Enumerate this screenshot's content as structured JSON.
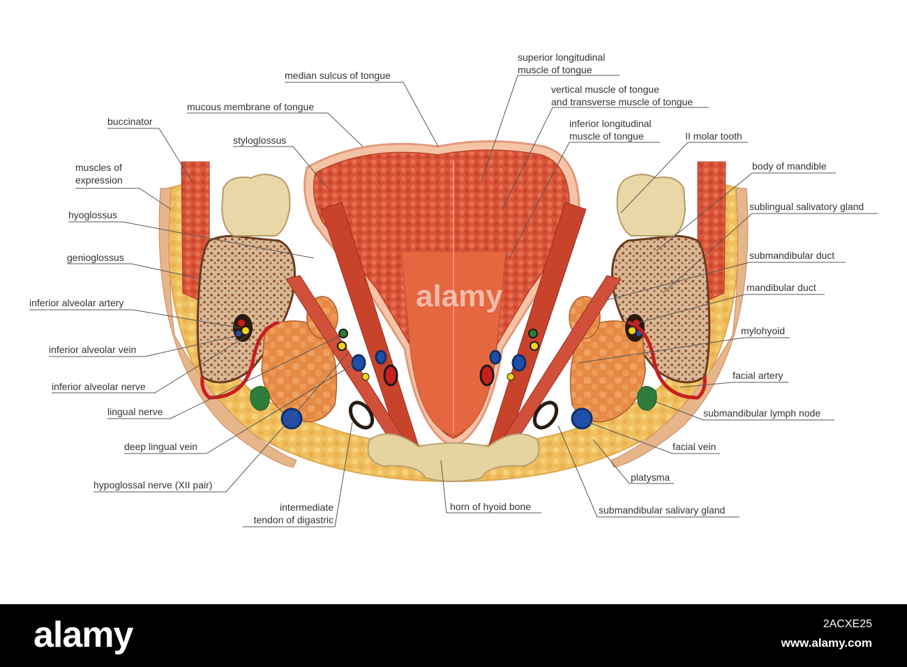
{
  "labels": {
    "median_sulcus": "median sulcus of tongue",
    "superior_longitudinal_1": "superior longitudinal",
    "superior_longitudinal_2": "muscle of tongue",
    "vertical_transverse_1": "vertical muscle of tongue",
    "vertical_transverse_2": "and transverse muscle of tongue",
    "mucous_membrane": "mucous membrane of tongue",
    "inferior_longitudinal_1": "inferior longitudinal",
    "inferior_longitudinal_2": "muscle of tongue",
    "buccinator": "buccinator",
    "styloglossus": "styloglossus",
    "molar_tooth": "II molar tooth",
    "muscles_expression_1": "muscles of",
    "muscles_expression_2": "expression",
    "body_mandible": "body of mandible",
    "hyoglossus": "hyoglossus",
    "sublingual_gland": "sublingual salivatory gland",
    "genioglossus": "genioglossus",
    "submandibular_duct": "submandibular duct",
    "inferior_alveolar_artery": "inferior alveolar artery",
    "mandibular_duct": "mandibular duct",
    "mylohyoid": "mylohyoid",
    "inferior_alveolar_vein": "inferior alveolar vein",
    "facial_artery": "facial artery",
    "inferior_alveolar_nerve": "inferior alveolar nerve",
    "lingual_nerve": "lingual nerve",
    "submandibular_lymph": "submandibular lymph node",
    "deep_lingual_vein": "deep lingual vein",
    "facial_vein": "facial vein",
    "platysma": "platysma",
    "hypoglossal_nerve": "hypoglossal nerve (XII pair)",
    "intermediate_tendon_1": "intermediate",
    "intermediate_tendon_2": "tendon of digastric",
    "horn_hyoid": "horn of hyoid bone",
    "submandibular_gland": "submandibular salivary gland"
  },
  "watermark": "alamy",
  "footer": {
    "logo": "alamy",
    "image_id": "2ACXE25",
    "site": "www.alamy.com"
  },
  "colors": {
    "muscle": "#d9553a",
    "fat": "#f0c060",
    "bone": "#e8d6a8",
    "artery": "#c81e1e",
    "vein": "#1f4fa8",
    "nerve": "#f2d21a",
    "lymph": "#2e7d3a"
  }
}
